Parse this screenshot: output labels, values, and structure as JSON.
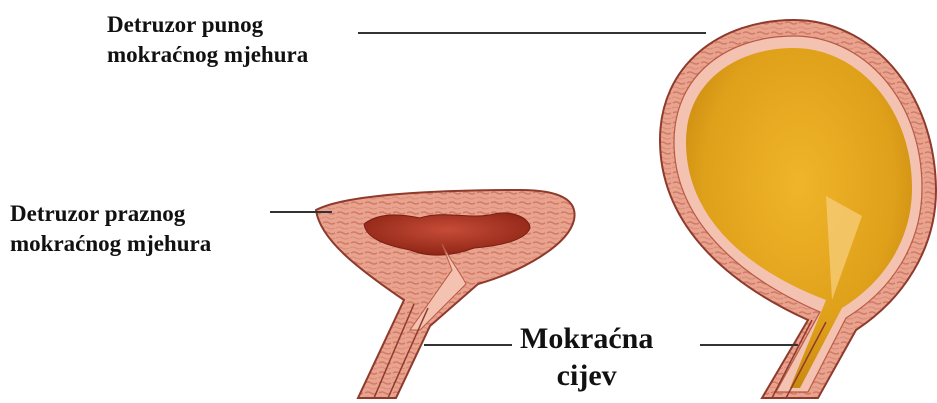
{
  "labels": {
    "full_bladder_detrusor": [
      "Detruzor punog",
      "mokraćnog mjehura"
    ],
    "empty_bladder_detrusor": [
      "Detruzor praznog",
      "mokraćnog mjehura"
    ],
    "urethra": [
      "Mokraćna",
      "cijev"
    ]
  },
  "colors": {
    "wall": "#e9a38e",
    "wall_texture": "#c9705c",
    "wall_edge": "#8e3a2c",
    "lining": "#f3c2b0",
    "urine": "#e4a61a",
    "empty_lumen": "#a83221",
    "leader_line": "#333333"
  }
}
